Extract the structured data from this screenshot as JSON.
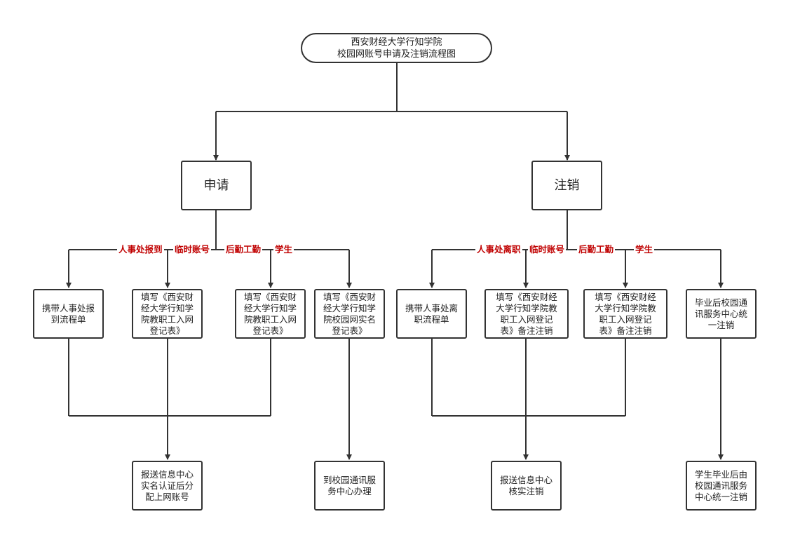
{
  "title": "西安财经大学行知学院\n校园网账号申请及注销流程图",
  "apply": {
    "label": "申请",
    "branch_labels": [
      "人事处报到",
      "临时账号",
      "后勤工勤",
      "学生"
    ],
    "steps": [
      "携带人事处报\n到流程单",
      "填写《西安财\n经大学行知学\n院教职工入网\n登记表》",
      "填写《西安财\n经大学行知学\n院教职工入网\n登记表》",
      "填写《西安财\n经大学行知学\n院校园网实名\n登记表》"
    ],
    "results": [
      "报送信息中心\n实名认证后分\n配上网账号",
      "到校园通讯服\n务中心办理"
    ]
  },
  "cancel": {
    "label": "注销",
    "branch_labels": [
      "人事处离职",
      "临时账号",
      "后勤工勤",
      "学生"
    ],
    "steps": [
      "携带人事处离\n职流程单",
      "填写《西安财经\n大学行知学院教\n职工入网登记\n表》备注注销",
      "填写《西安财经\n大学行知学院教\n职工入网登记\n表》备注注销",
      "毕业后校园通\n讯服务中心统\n一注销"
    ],
    "results": [
      "报送信息中心\n核实注销",
      "学生毕业后由\n校园通讯服务\n中心统一注销"
    ]
  }
}
